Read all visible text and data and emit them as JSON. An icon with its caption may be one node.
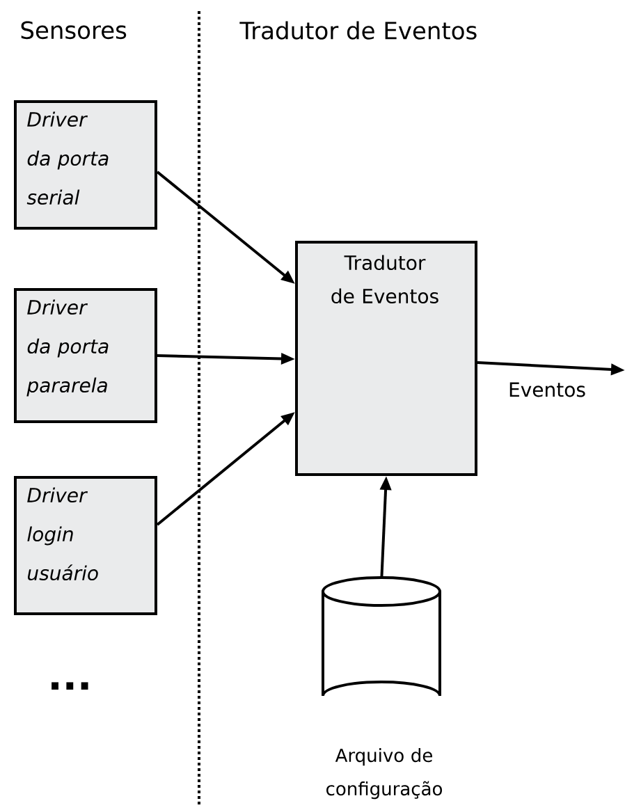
{
  "diagram": {
    "nodes": [
      {
        "text": [
          "Driver da porta serial"
        ]
      },
      {
        "text": [
          "Driver da porta pararela"
        ]
      },
      {
        "text": [
          "Driver login usuário"
        ]
      },
      {
        "text": [
          "Tradutor de Eventos"
        ]
      },
      {
        "text": [
          "Arquivo de configuração"
        ]
      }
    ],
    "edges": [
      {
        "from": 0,
        "to": 3,
        "arrow": "to"
      },
      {
        "from": 1,
        "to": 3,
        "arrow": "to"
      },
      {
        "from": 2,
        "to": 3,
        "arrow": "to"
      },
      {
        "from": 4,
        "to": 3,
        "arrow": "to"
      },
      {
        "from": 3,
        "to": null,
        "arrow": "to",
        "label": "Eventos"
      }
    ],
    "labels": [
      "Sensores",
      "Tradutor de Eventos",
      "..."
    ]
  }
}
